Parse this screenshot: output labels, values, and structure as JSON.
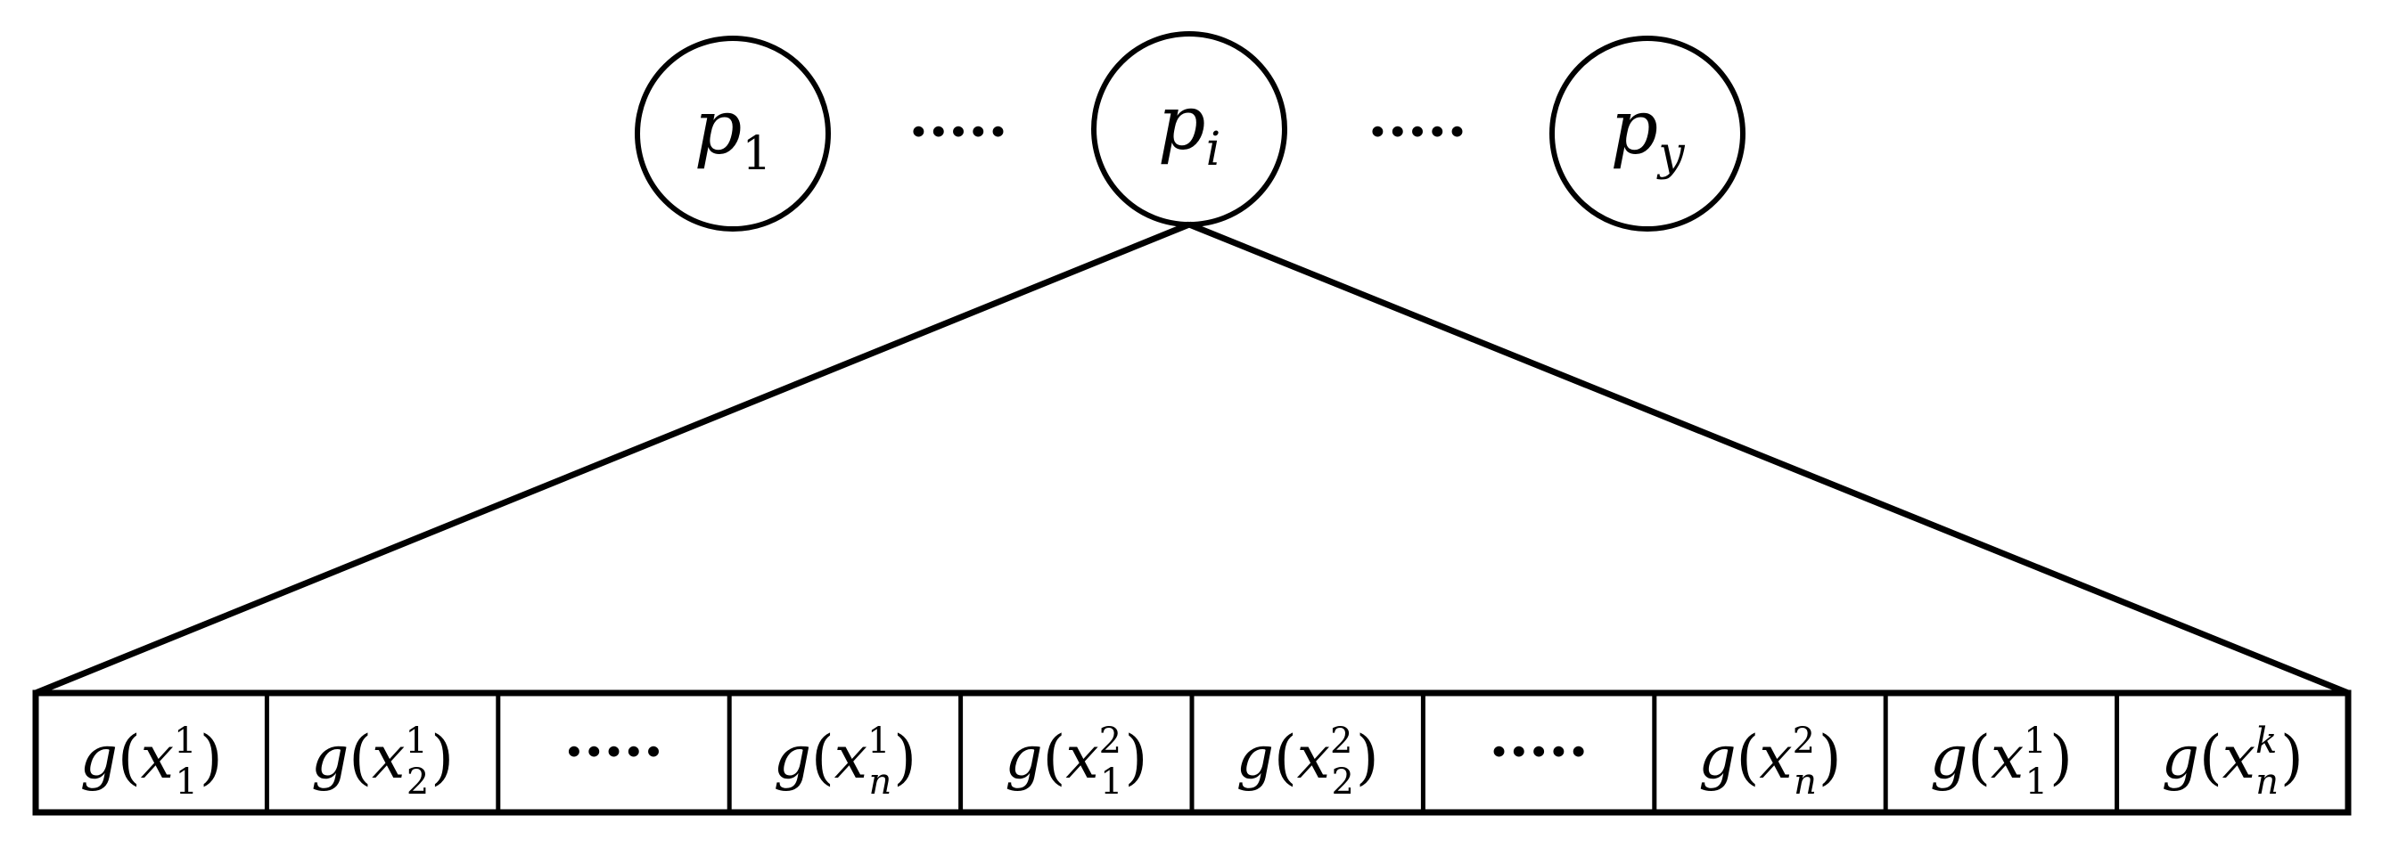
{
  "colors": {
    "stroke": "#000000",
    "background": "#ffffff"
  },
  "top_nodes": [
    {
      "base": "p",
      "sub": "1"
    },
    {
      "base": "p",
      "sub": "i"
    },
    {
      "base": "p",
      "sub": "y"
    }
  ],
  "top_ellipses": [
    "·····",
    "·····"
  ],
  "cells": [
    {
      "type": "term",
      "fn": "g",
      "var": "x",
      "sup": "1",
      "sub": "1"
    },
    {
      "type": "term",
      "fn": "g",
      "var": "x",
      "sup": "1",
      "sub": "2"
    },
    {
      "type": "ellipsis",
      "text": "·····"
    },
    {
      "type": "term",
      "fn": "g",
      "var": "x",
      "sup": "1",
      "sub": "n"
    },
    {
      "type": "term",
      "fn": "g",
      "var": "x",
      "sup": "2",
      "sub": "1"
    },
    {
      "type": "term",
      "fn": "g",
      "var": "x",
      "sup": "2",
      "sub": "2"
    },
    {
      "type": "ellipsis",
      "text": "·····"
    },
    {
      "type": "term",
      "fn": "g",
      "var": "x",
      "sup": "2",
      "sub": "n"
    },
    {
      "type": "term",
      "fn": "g",
      "var": "x",
      "sup": "1",
      "sub": "1"
    },
    {
      "type": "term",
      "fn": "g",
      "var": "x",
      "sup": "k",
      "sub": "n"
    }
  ]
}
